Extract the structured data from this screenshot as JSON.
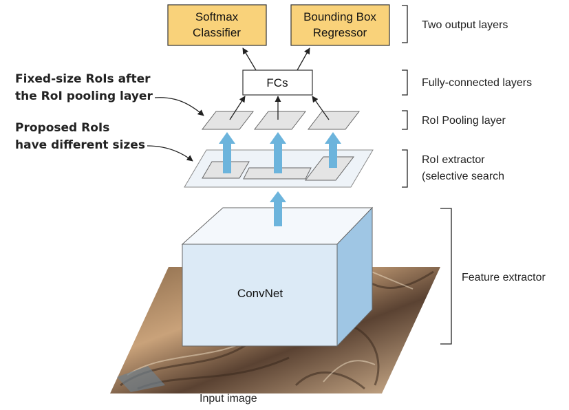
{
  "boxes": {
    "softmax_line1": "Softmax",
    "softmax_line2": "Classifier",
    "bbox_line1": "Bounding Box",
    "bbox_line2": "Regressor",
    "fcs": "FCs",
    "convnet": "ConvNet"
  },
  "annotations": {
    "fixed_line1": "Fixed-size RoIs after",
    "fixed_line2": "the RoI pooling layer",
    "proposed_line1": "Proposed RoIs",
    "proposed_line2": "have different sizes"
  },
  "side_labels": {
    "two_output": "Two output layers",
    "fully_connected": "Fully-connected layers",
    "roi_pooling": "RoI Pooling layer",
    "roi_extractor_line1": "RoI extractor",
    "roi_extractor_line2": "(selective search",
    "feature_extractor": "Feature extractor"
  },
  "input_label": "Input image",
  "colors": {
    "output_box_fill": "#f9d27a",
    "roi_fill": "#e4e4e4",
    "extractor_fill": "#eef3f8",
    "cube_front": "#dceaf6",
    "cube_side": "#9fc6e4",
    "arrow_blue": "#6cb4dc"
  }
}
